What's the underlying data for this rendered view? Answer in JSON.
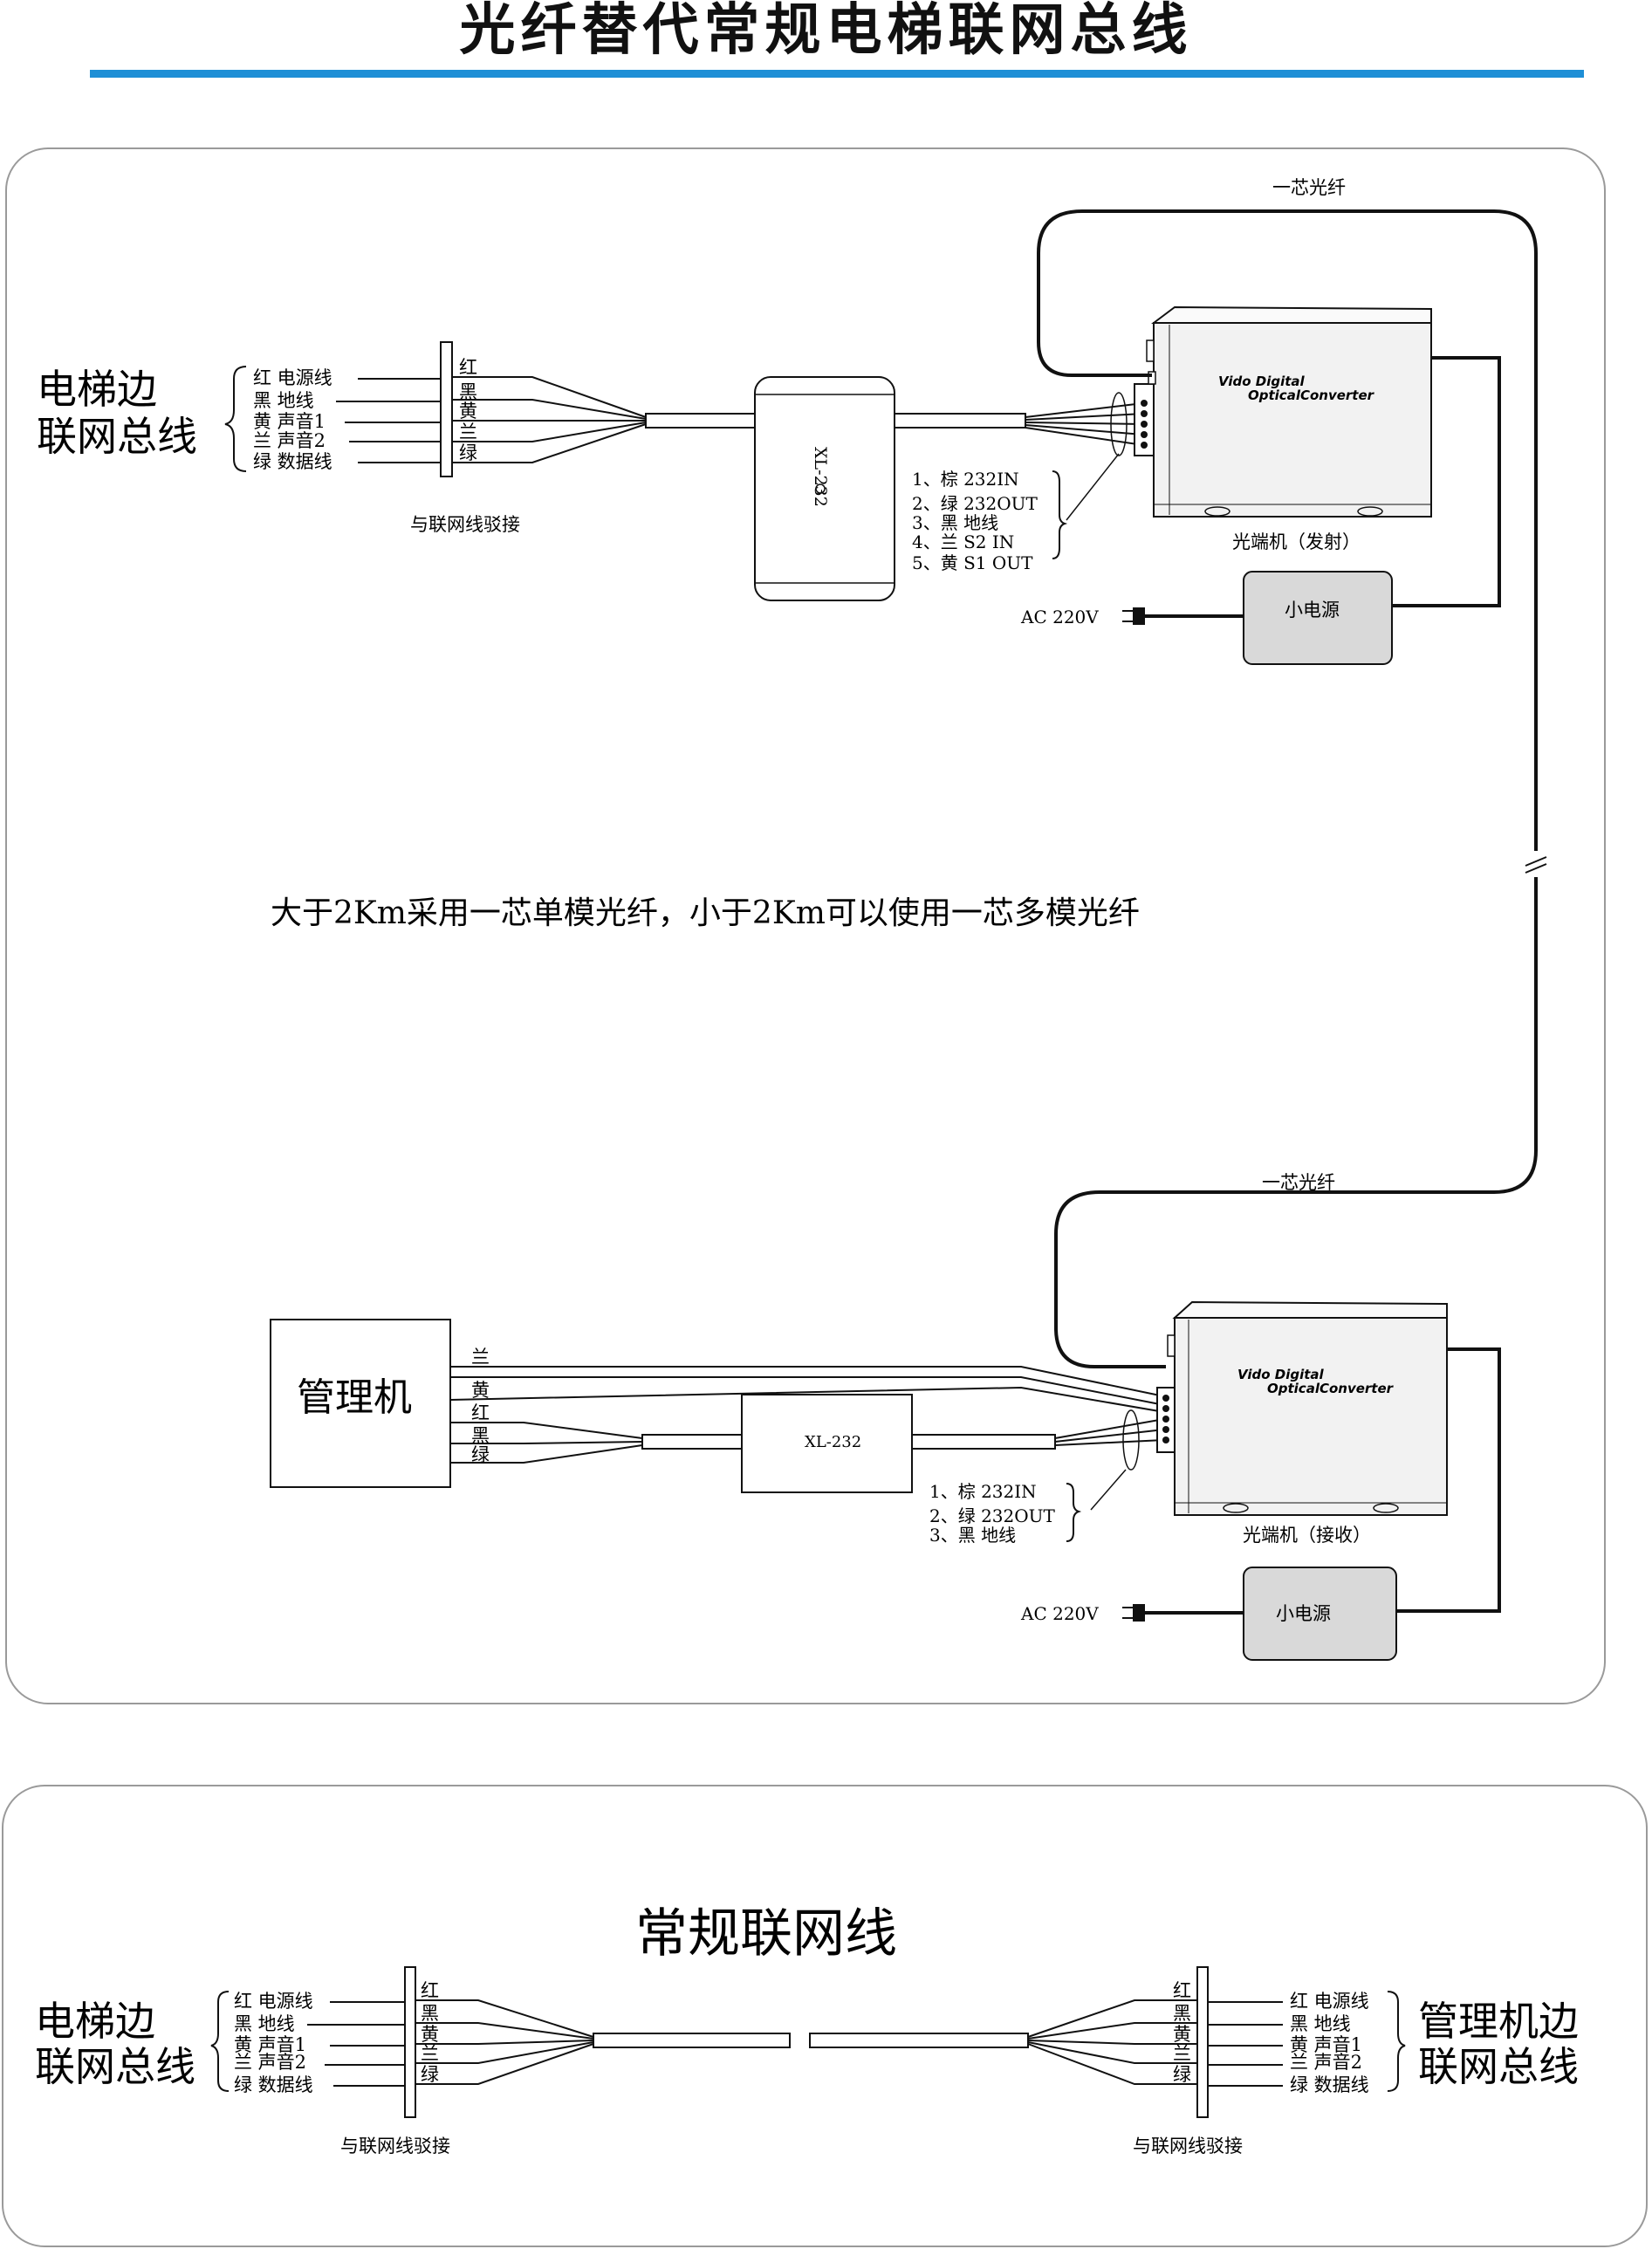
{
  "title": "光纤替代常规电梯联网总线",
  "colors": {
    "accent_bar": "#1e8fd6",
    "panel_border": "#9a9a9a",
    "device_fill": "#f2f2f2",
    "psu_fill": "#d9d9d9"
  },
  "panel1": {
    "left_label_line1": "电梯边",
    "left_label_line2": "联网总线",
    "bus_wires": [
      "红 电源线",
      "黑 地线",
      "黄 声音1",
      "兰 声音2",
      "绿 数据线"
    ],
    "terminal_colors": [
      "红",
      "黑",
      "黄",
      "兰",
      "绿"
    ],
    "splice_label": "与联网线驳接",
    "converter_box_label": "XL-232",
    "pin_list": [
      "1、棕 232IN",
      "2、绿 232OUT",
      "3、黑 地线",
      "4、兰 S2 IN",
      "5、黄 S1 OUT"
    ],
    "fiber_label": "一芯光纤",
    "device_brand_1": "Vido Digital",
    "device_brand_2": "OpticalConverter",
    "device_caption": "光端机（发射）",
    "psu_label": "小电源",
    "ac_label": "AC 220V",
    "note": "大于2Km采用一芯单模光纤，小于2Km可以使用一芯多模光纤",
    "fiber_label_2": "一芯光纤",
    "host_label": "管理机",
    "host_wires": [
      "兰",
      "黄",
      "红",
      "黑",
      "绿"
    ],
    "converter_box_label_2": "XL-232",
    "pin_list_2": [
      "1、棕 232IN",
      "2、绿 232OUT",
      "3、黑 地线"
    ],
    "device_brand_3": "Vido Digital",
    "device_brand_4": "OpticalConverter",
    "device_caption_2": "光端机（接收）",
    "psu_label_2": "小电源",
    "ac_label_2": "AC 220V"
  },
  "panel2": {
    "title": "常规联网线",
    "left_label_line1": "电梯边",
    "left_label_line2": "联网总线",
    "left_wires": [
      "红 电源线",
      "黑 地线",
      "黄 声音1",
      "兰 声音2",
      "绿 数据线"
    ],
    "left_terminal": [
      "红",
      "黑",
      "黄",
      "兰",
      "绿"
    ],
    "left_splice": "与联网线驳接",
    "right_label_line1": "管理机边",
    "right_label_line2": "联网总线",
    "right_wires": [
      "红 电源线",
      "黑 地线",
      "黄 声音1",
      "兰 声音2",
      "绿 数据线"
    ],
    "right_terminal": [
      "红",
      "黑",
      "黄",
      "兰",
      "绿"
    ],
    "right_splice": "与联网线驳接"
  }
}
